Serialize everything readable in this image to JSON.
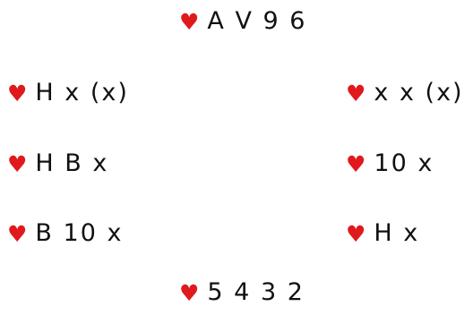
{
  "suit_symbol": "♥",
  "heart_color": "#e0191d",
  "north": {
    "cards": "A V 9 6"
  },
  "south": {
    "cards": "5 4 3 2"
  },
  "west": [
    {
      "cards": "H x (x)"
    },
    {
      "cards": "H B x"
    },
    {
      "cards": "B 10 x"
    }
  ],
  "east": [
    {
      "cards": "x x (x)"
    },
    {
      "cards": "10 x"
    },
    {
      "cards": "H x"
    }
  ]
}
